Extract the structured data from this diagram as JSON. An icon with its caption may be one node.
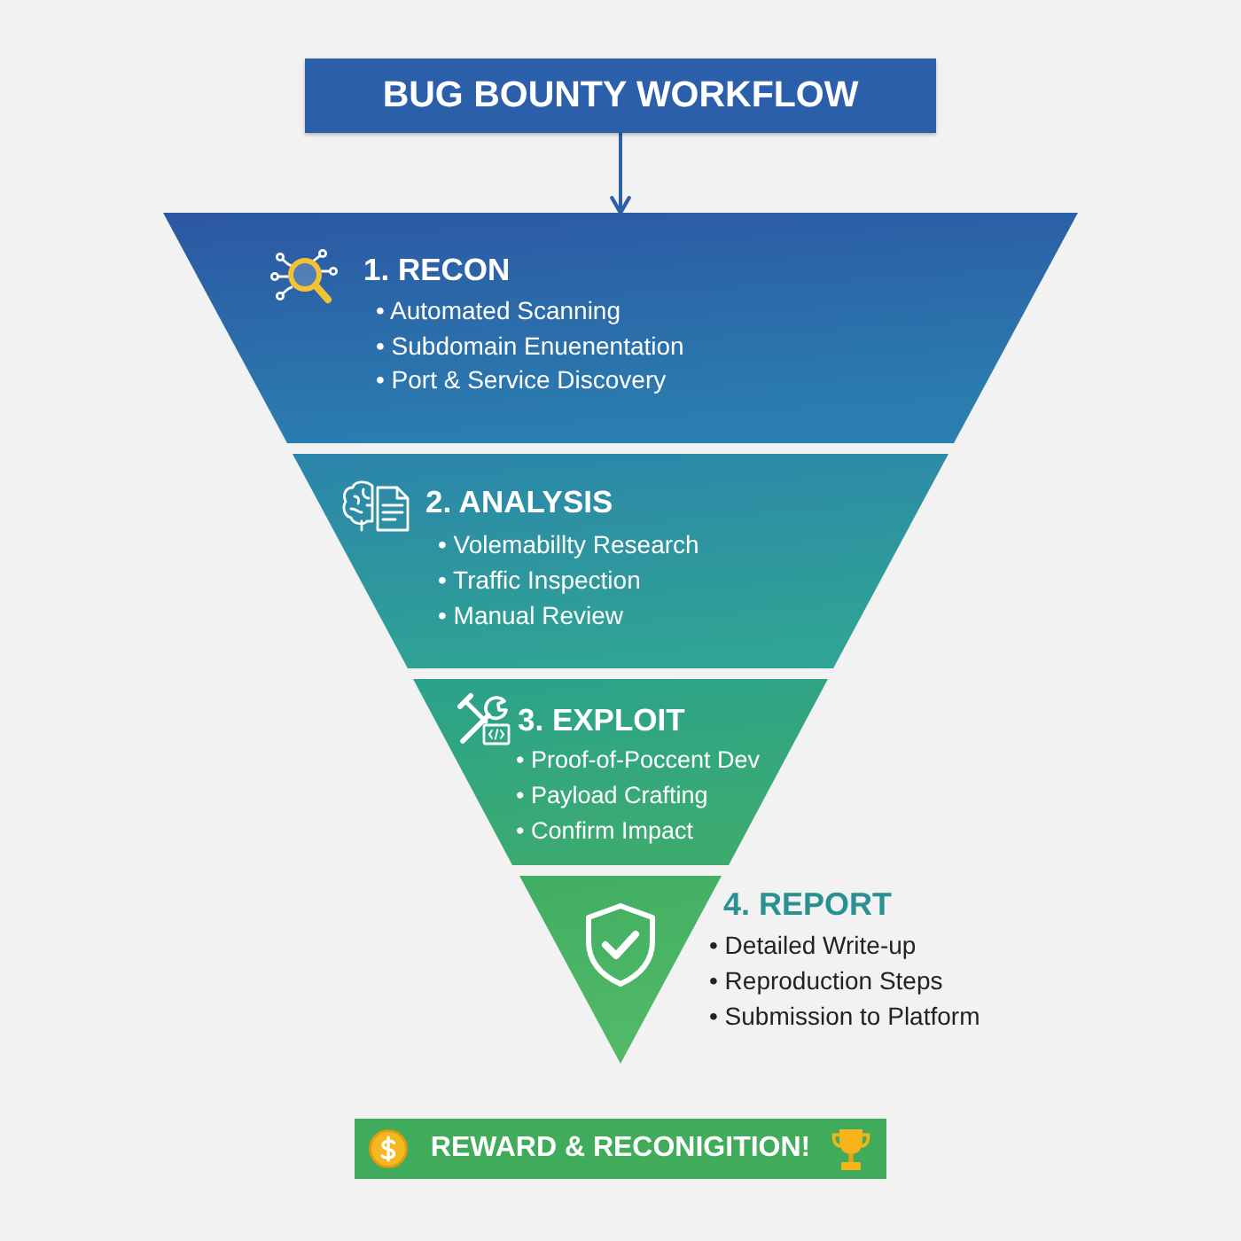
{
  "diagram": {
    "nodes": [
      {
        "text": [
          "BUG BOUNTY WORKFLOW"
        ]
      },
      {
        "text": [
          "1. RECON",
          "• Automated Scanning",
          "• Subdomain Enuenentation",
          "• Port & Service Discovery"
        ]
      },
      {
        "text": [
          "2. ANALYSIS",
          "• Volemabillty Research",
          "• Traffic Inspection",
          "• Manual Review"
        ]
      },
      {
        "text": [
          "3. EXPLOIT",
          "• Proof-of-Poccent Dev",
          "• Payload Crafting",
          "• Confirm Impact"
        ]
      },
      {
        "text": [
          "4. REPORT",
          "• Detailed Write-up",
          "• Reproduction Steps",
          "• Submission to Platform"
        ]
      },
      {
        "text": [
          "REWARD & RECONIGITION!"
        ]
      }
    ],
    "edges": [
      {
        "from": 0,
        "to": 1,
        "arrow": "to"
      }
    ]
  }
}
